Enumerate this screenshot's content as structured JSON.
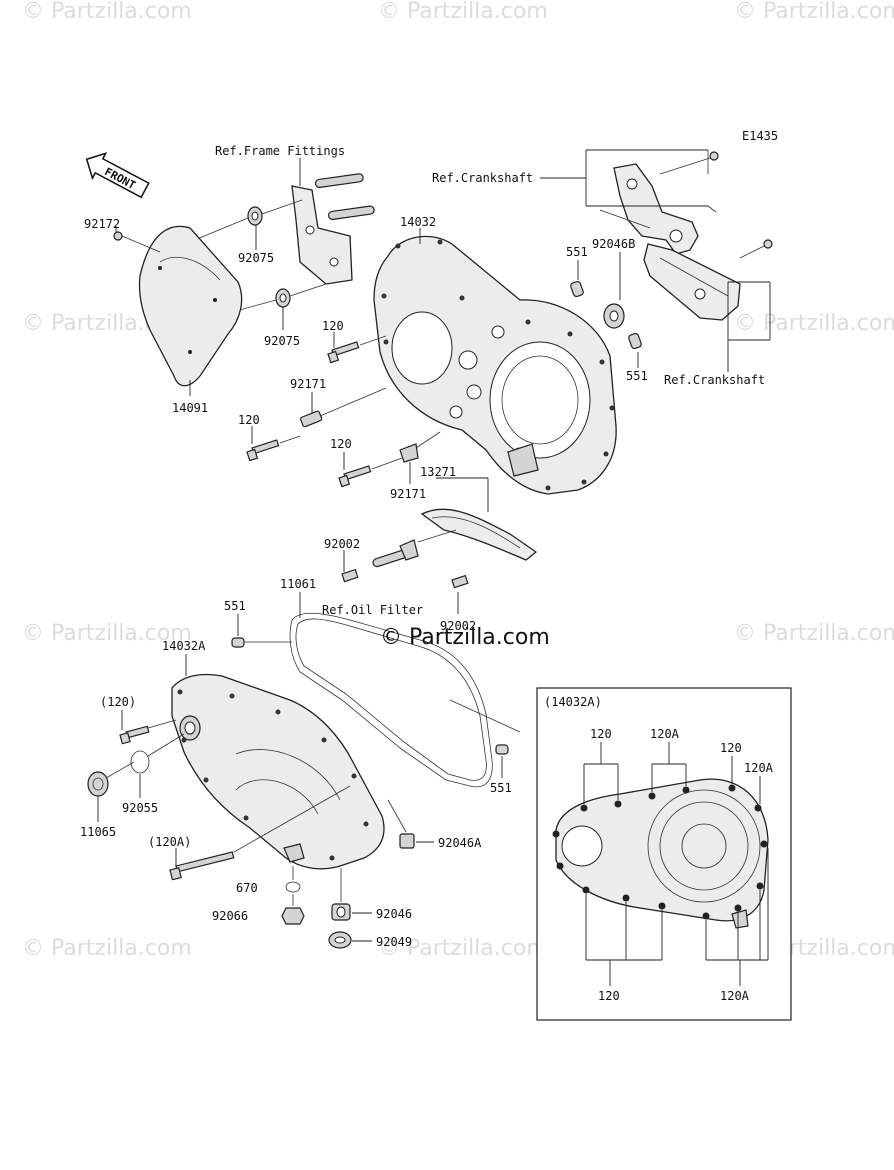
{
  "diagram_code": "E1435",
  "watermark": "© Partzilla.com",
  "center_watermark": "© Partzilla.com",
  "front_arrow": {
    "label": "FRONT"
  },
  "refs": {
    "frame_fittings": "Ref.Frame Fittings",
    "crankshaft_top": "Ref.Crankshaft",
    "crankshaft_right": "Ref.Crankshaft",
    "oil_filter": "Ref.Oil Filter"
  },
  "labels": {
    "p92172": "92172",
    "p92075a": "92075",
    "p92075b": "92075",
    "p14091": "14091",
    "p14032": "14032",
    "p551a": "551",
    "p92046b": "92046B",
    "p551b": "551",
    "p120a": "120",
    "p92171a": "92171",
    "p120b": "120",
    "p120c": "120",
    "p92171b": "92171",
    "p13271": "13271",
    "p92002a": "92002",
    "p92002b": "92002",
    "p11061": "11061",
    "p551c": "551",
    "p14032a": "14032A",
    "p120paren": "(120)",
    "p92055": "92055",
    "p11065": "11065",
    "p120aparen": "(120A)",
    "p670": "670",
    "p92066": "92066",
    "p92046a": "92046A",
    "p92046": "92046",
    "p92049": "92049",
    "p551d": "551"
  },
  "inset": {
    "title": "(14032A)",
    "top_120_left": "120",
    "top_120a_left": "120A",
    "top_120_right": "120",
    "top_120a_right": "120A",
    "bottom_120": "120",
    "bottom_120a": "120A"
  }
}
